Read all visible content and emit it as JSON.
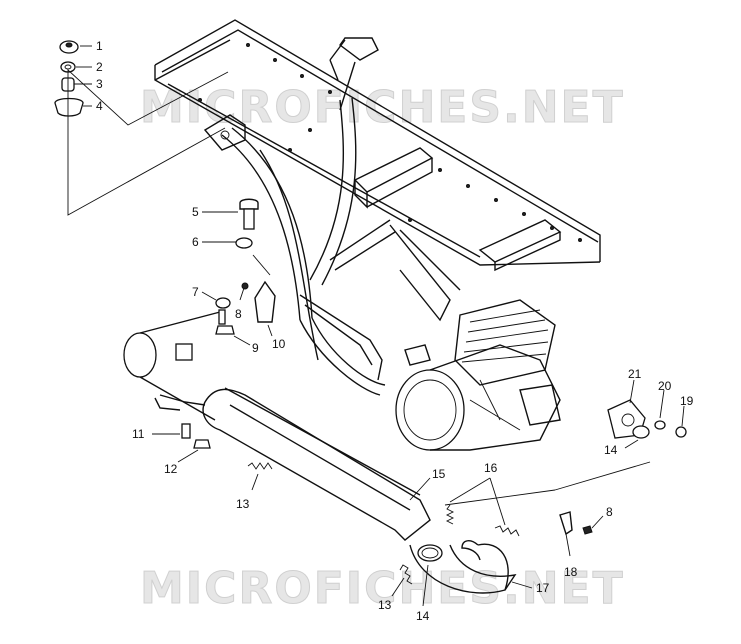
{
  "watermarks": [
    "MICROFICHES.NET",
    "MICROFICHES.NET"
  ],
  "callouts": [
    {
      "id": "c1",
      "text": "1"
    },
    {
      "id": "c2",
      "text": "2"
    },
    {
      "id": "c3",
      "text": "3"
    },
    {
      "id": "c4",
      "text": "4"
    },
    {
      "id": "c5",
      "text": "5"
    },
    {
      "id": "c6",
      "text": "6"
    },
    {
      "id": "c7",
      "text": "7"
    },
    {
      "id": "c8a",
      "text": "8"
    },
    {
      "id": "c9",
      "text": "9"
    },
    {
      "id": "c10",
      "text": "10"
    },
    {
      "id": "c11",
      "text": "11"
    },
    {
      "id": "c12",
      "text": "12"
    },
    {
      "id": "c13a",
      "text": "13"
    },
    {
      "id": "c15",
      "text": "15"
    },
    {
      "id": "c16",
      "text": "16"
    },
    {
      "id": "c14a",
      "text": "14"
    },
    {
      "id": "c21",
      "text": "21"
    },
    {
      "id": "c20",
      "text": "20"
    },
    {
      "id": "c19",
      "text": "19"
    },
    {
      "id": "c8b",
      "text": "8"
    },
    {
      "id": "c18",
      "text": "18"
    },
    {
      "id": "c17",
      "text": "17"
    },
    {
      "id": "c13b",
      "text": "13"
    },
    {
      "id": "c14b",
      "text": "14"
    }
  ]
}
